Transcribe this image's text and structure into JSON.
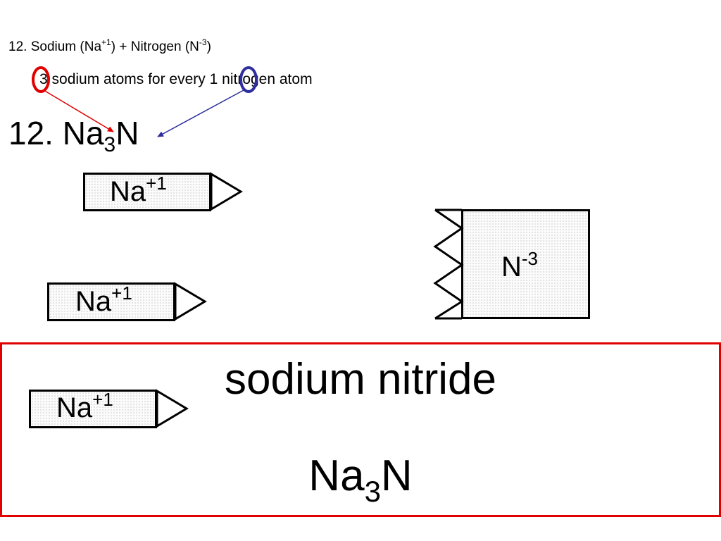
{
  "problem": {
    "number": "12.",
    "element1": "Sodium",
    "element1_symbol": "Na",
    "element1_charge": "+1",
    "plus": "+",
    "element2": "Nitrogen",
    "element2_symbol": "N",
    "element2_charge": "-3"
  },
  "ratio": {
    "na_count": "3",
    "na_text": "sodium atoms for every",
    "n_count": "1",
    "n_text": "nitrogen atom"
  },
  "formula": {
    "number": "12.",
    "cation": "Na",
    "subscript": "3",
    "anion": "N"
  },
  "tiles": {
    "sodium": {
      "symbol": "Na",
      "charge": "+1"
    },
    "nitrogen": {
      "symbol": "N",
      "charge": "-3"
    }
  },
  "answer": {
    "name": "sodium nitride",
    "formula_cation": "Na",
    "formula_subscript": "3",
    "formula_anion": "N"
  },
  "colors": {
    "na_highlight": "#e00000",
    "n_highlight": "#2e2e9e",
    "frame": "#e00000"
  }
}
